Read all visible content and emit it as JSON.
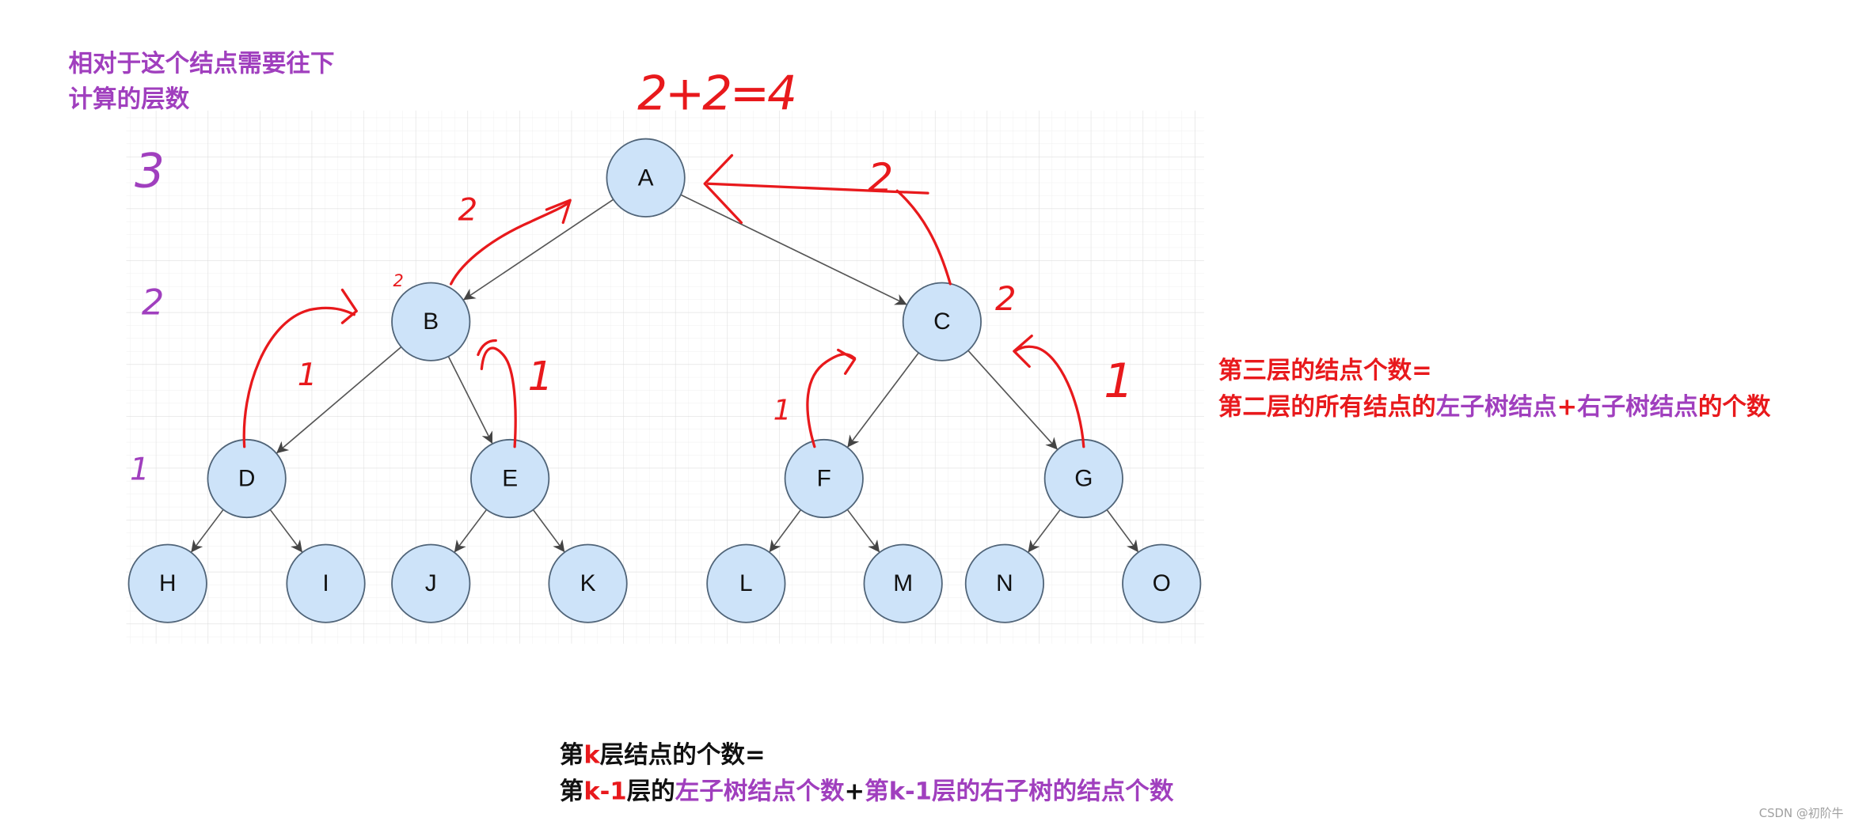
{
  "header_note": {
    "line1": "相对于这个结点需要往下",
    "line2": "计算的层数"
  },
  "tree": {
    "nodes": [
      "A",
      "B",
      "C",
      "D",
      "E",
      "F",
      "G",
      "H",
      "I",
      "J",
      "K",
      "L",
      "M",
      "N",
      "O"
    ],
    "edges": [
      [
        "A",
        "B"
      ],
      [
        "A",
        "C"
      ],
      [
        "B",
        "D"
      ],
      [
        "B",
        "E"
      ],
      [
        "C",
        "F"
      ],
      [
        "C",
        "G"
      ],
      [
        "D",
        "H"
      ],
      [
        "D",
        "I"
      ],
      [
        "E",
        "J"
      ],
      [
        "E",
        "K"
      ],
      [
        "F",
        "L"
      ],
      [
        "F",
        "M"
      ],
      [
        "G",
        "N"
      ],
      [
        "G",
        "O"
      ]
    ]
  },
  "handwritten": {
    "total": "2+2=4",
    "depth_top": "3",
    "depth_middle": "2",
    "depth_lower": "1",
    "b_to_a": "2",
    "b_small": "2",
    "c_to_a": "2",
    "c_side": "2",
    "d_to_b": "1",
    "e_to_b": "1",
    "f_to_c": "1",
    "g_to_c": "1"
  },
  "right_note": {
    "line1": "第三层的结点个数=",
    "line2": [
      {
        "text": "第二层的所有结点的",
        "color": "#e8191c"
      },
      {
        "text": "左子树结点",
        "color": "#a03fbe"
      },
      {
        "text": "+",
        "color": "#e8191c"
      },
      {
        "text": "右子树结点",
        "color": "#a03fbe"
      },
      {
        "text": "的个数",
        "color": "#e8191c"
      }
    ]
  },
  "bottom_formula": {
    "line1": [
      {
        "text": "第",
        "color": "#111111"
      },
      {
        "text": "k",
        "color": "#e8191c"
      },
      {
        "text": "层结点的个数=",
        "color": "#111111"
      }
    ],
    "line2": [
      {
        "text": "第",
        "color": "#111111"
      },
      {
        "text": "k-1",
        "color": "#e8191c"
      },
      {
        "text": "层的",
        "color": "#111111"
      },
      {
        "text": "左子树结点个数",
        "color": "#a03fbe"
      },
      {
        "text": "+",
        "color": "#111111"
      },
      {
        "text": "第k-1层的右子树的结点个数",
        "color": "#a03fbe"
      }
    ]
  },
  "watermark": "CSDN @初阶牛",
  "colors": {
    "red": "#e8191c",
    "purple": "#a03fbe",
    "black": "#111111",
    "node_fill": "#cde3f9",
    "node_stroke": "#506478",
    "edge": "#555555"
  }
}
